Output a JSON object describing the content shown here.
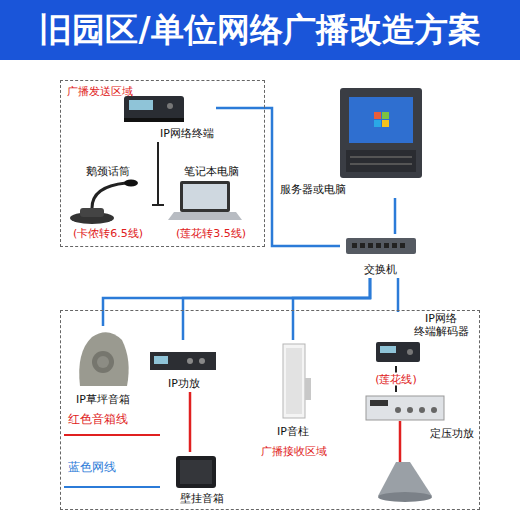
{
  "diagram": {
    "title": "旧园区/单位网络广播改造方案",
    "nodes": [
      {
        "text": [
          "广播发送区域"
        ]
      },
      {
        "text": [
          "IP网络终端"
        ],
        "in": 0
      },
      {
        "text": [
          "鹅颈话筒",
          "(卡侬转6.5线)"
        ],
        "in": 0
      },
      {
        "text": [
          "笔记本电脑",
          "(莲花转3.5线)"
        ],
        "in": 0
      },
      {
        "text": [
          "服务器或电脑"
        ]
      },
      {
        "text": [
          "交换机"
        ]
      },
      {
        "text": [
          "广播接收区域"
        ]
      },
      {
        "text": [
          "IP草坪音箱"
        ],
        "in": 6
      },
      {
        "text": [
          "IP功放"
        ],
        "in": 6
      },
      {
        "text": [
          "IP音柱"
        ],
        "in": 6
      },
      {
        "text": [
          "IP网络 终端解码器"
        ],
        "in": 6
      },
      {
        "text": [
          "定压功放"
        ],
        "in": 6
      },
      {
        "text": [
          "壁挂音箱"
        ],
        "in": 6
      }
    ],
    "edges": [
      {
        "from": 1,
        "to": 5,
        "arrow": "none"
      },
      {
        "from": 4,
        "to": 5,
        "arrow": "none"
      },
      {
        "from": 2,
        "to": 1,
        "arrow": "none"
      },
      {
        "from": 3,
        "to": 1,
        "arrow": "none"
      },
      {
        "from": 5,
        "to": 7,
        "arrow": "none"
      },
      {
        "from": 5,
        "to": 8,
        "arrow": "none"
      },
      {
        "from": 5,
        "to": 9,
        "arrow": "none"
      },
      {
        "from": 5,
        "to": 10,
        "arrow": "none"
      },
      {
        "from": 10,
        "to": 11,
        "label": "(莲花线)",
        "arrow": "none"
      },
      {
        "from": 8,
        "to": 12,
        "arrow": "none"
      }
    ],
    "legend": [
      {
        "text": "红色音箱线",
        "color": "#e02020"
      },
      {
        "text": "蓝色网线",
        "color": "#2b7bd8"
      }
    ]
  }
}
